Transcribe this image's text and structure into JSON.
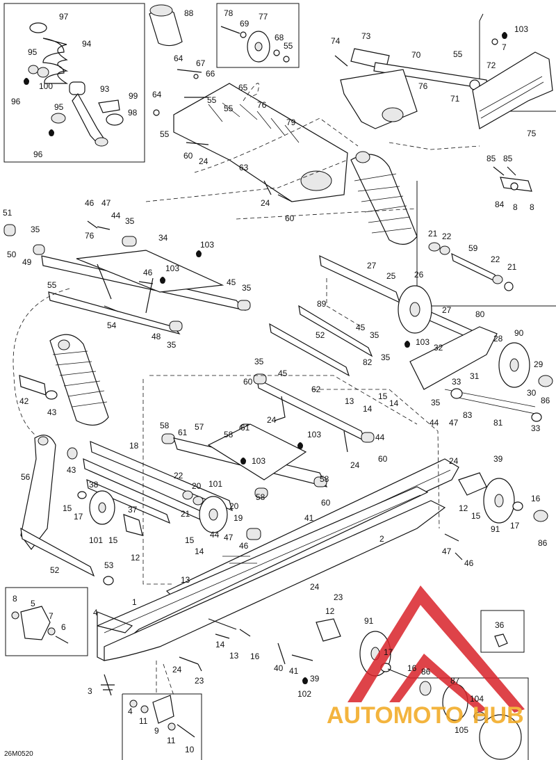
{
  "drawing_code": "26M0520",
  "watermark": {
    "text_a": "AUTOMOTO",
    "text_b": "HUB",
    "color_red": "#d9232a",
    "color_orange": "#f2a81d"
  },
  "callouts": {
    "c97": "97",
    "c94": "94",
    "c95a": "95",
    "c100": "100",
    "c96a": "96",
    "c93": "93",
    "c99": "99",
    "c95b": "95",
    "c98": "98",
    "c96b": "96",
    "c88": "88",
    "c64a": "64",
    "c67": "67",
    "c66": "66",
    "c64b": "64",
    "c55a": "55",
    "c65": "65",
    "c55b": "55",
    "c76a": "76",
    "c79": "79",
    "c60a": "60",
    "c24a": "24",
    "c63": "63",
    "c24b": "24",
    "c60b": "60",
    "c78": "78",
    "c69": "69",
    "c77": "77",
    "c68": "68",
    "c55c": "55",
    "c74": "74",
    "c73": "73",
    "c70": "70",
    "c55d": "55",
    "c72": "72",
    "c76b": "76",
    "c71": "71",
    "c103a": "103",
    "c7": "7",
    "c75": "75",
    "c85a": "85",
    "c85b": "85",
    "c84": "84",
    "c8a": "8",
    "c8b": "8",
    "c51": "51",
    "c46a": "46",
    "c47a": "47",
    "c44a": "44",
    "c35a": "35",
    "c35b": "35",
    "c50": "50",
    "c49": "49",
    "c76c": "76",
    "c34": "34",
    "c103b": "103",
    "c46b": "46",
    "c103c": "103",
    "c55e": "55",
    "c45a": "45",
    "c35c": "35",
    "c54": "54",
    "c48": "48",
    "c35d": "35",
    "c21a": "21",
    "c22a": "22",
    "c59": "59",
    "c22b": "22",
    "c21b": "21",
    "c27a": "27",
    "c25": "25",
    "c26": "26",
    "c27b": "27",
    "c80": "80",
    "c89": "89",
    "c45b": "45",
    "c35e": "35",
    "c52a": "52",
    "c103d": "103",
    "c32": "32",
    "c82": "82",
    "c35f": "35",
    "c28": "28",
    "c90": "90",
    "c29": "29",
    "c31": "31",
    "c33a": "33",
    "c30": "30",
    "c86a": "86",
    "c35g": "35",
    "c83": "83",
    "c81": "81",
    "c33b": "33",
    "c42": "42",
    "c43a": "43",
    "c35h": "35",
    "c45c": "45",
    "c60c": "60",
    "c62": "62",
    "c24c": "24",
    "c13a": "13",
    "c14a": "14",
    "c15a": "15",
    "c14b": "14",
    "c58a": "58",
    "c61a": "61",
    "c57": "57",
    "c58b": "58",
    "c61b": "61",
    "c103e": "103",
    "c103f": "103",
    "c44b": "44",
    "c60d": "60",
    "c24d": "24",
    "c58c": "58",
    "c60e": "60",
    "c44c": "44",
    "c47b": "47",
    "c24e": "24",
    "c39": "39",
    "c56": "56",
    "c43b": "43",
    "c18": "18",
    "c38": "38",
    "c22c": "22",
    "c20a": "20",
    "c101a": "101",
    "c21c": "21",
    "c20b": "20",
    "c19": "19",
    "c15b": "15",
    "c17a": "17",
    "c37": "37",
    "c101b": "101",
    "c15c": "15",
    "c12a": "12",
    "c41a": "41",
    "c15d": "15",
    "c14c": "14",
    "c44d": "44",
    "c47c": "47",
    "c46c": "46",
    "c13b": "13",
    "c2": "2",
    "c12b": "12",
    "c15e": "15",
    "c16a": "16",
    "c91a": "91",
    "c17b": "17",
    "c86b": "86",
    "c47d": "47",
    "c46d": "46",
    "c52b": "52",
    "c53": "53",
    "c1": "1",
    "c8c": "8",
    "c5": "5",
    "c7b": "7",
    "c6": "6",
    "c4a": "4",
    "c24f": "24",
    "c23a": "23",
    "c12c": "12",
    "c14d": "14",
    "c13c": "13",
    "c16b": "16",
    "c40": "40",
    "c41b": "41",
    "c39b": "39",
    "c102": "102",
    "c24g": "24",
    "c23b": "23",
    "c91b": "91",
    "c17c": "17",
    "c16c": "16",
    "c86c": "86",
    "c36": "36",
    "c87": "87",
    "c104": "104",
    "c105": "105",
    "c3": "3",
    "c4b": "4",
    "c11a": "11",
    "c9": "9",
    "c11b": "11",
    "c10": "10"
  }
}
